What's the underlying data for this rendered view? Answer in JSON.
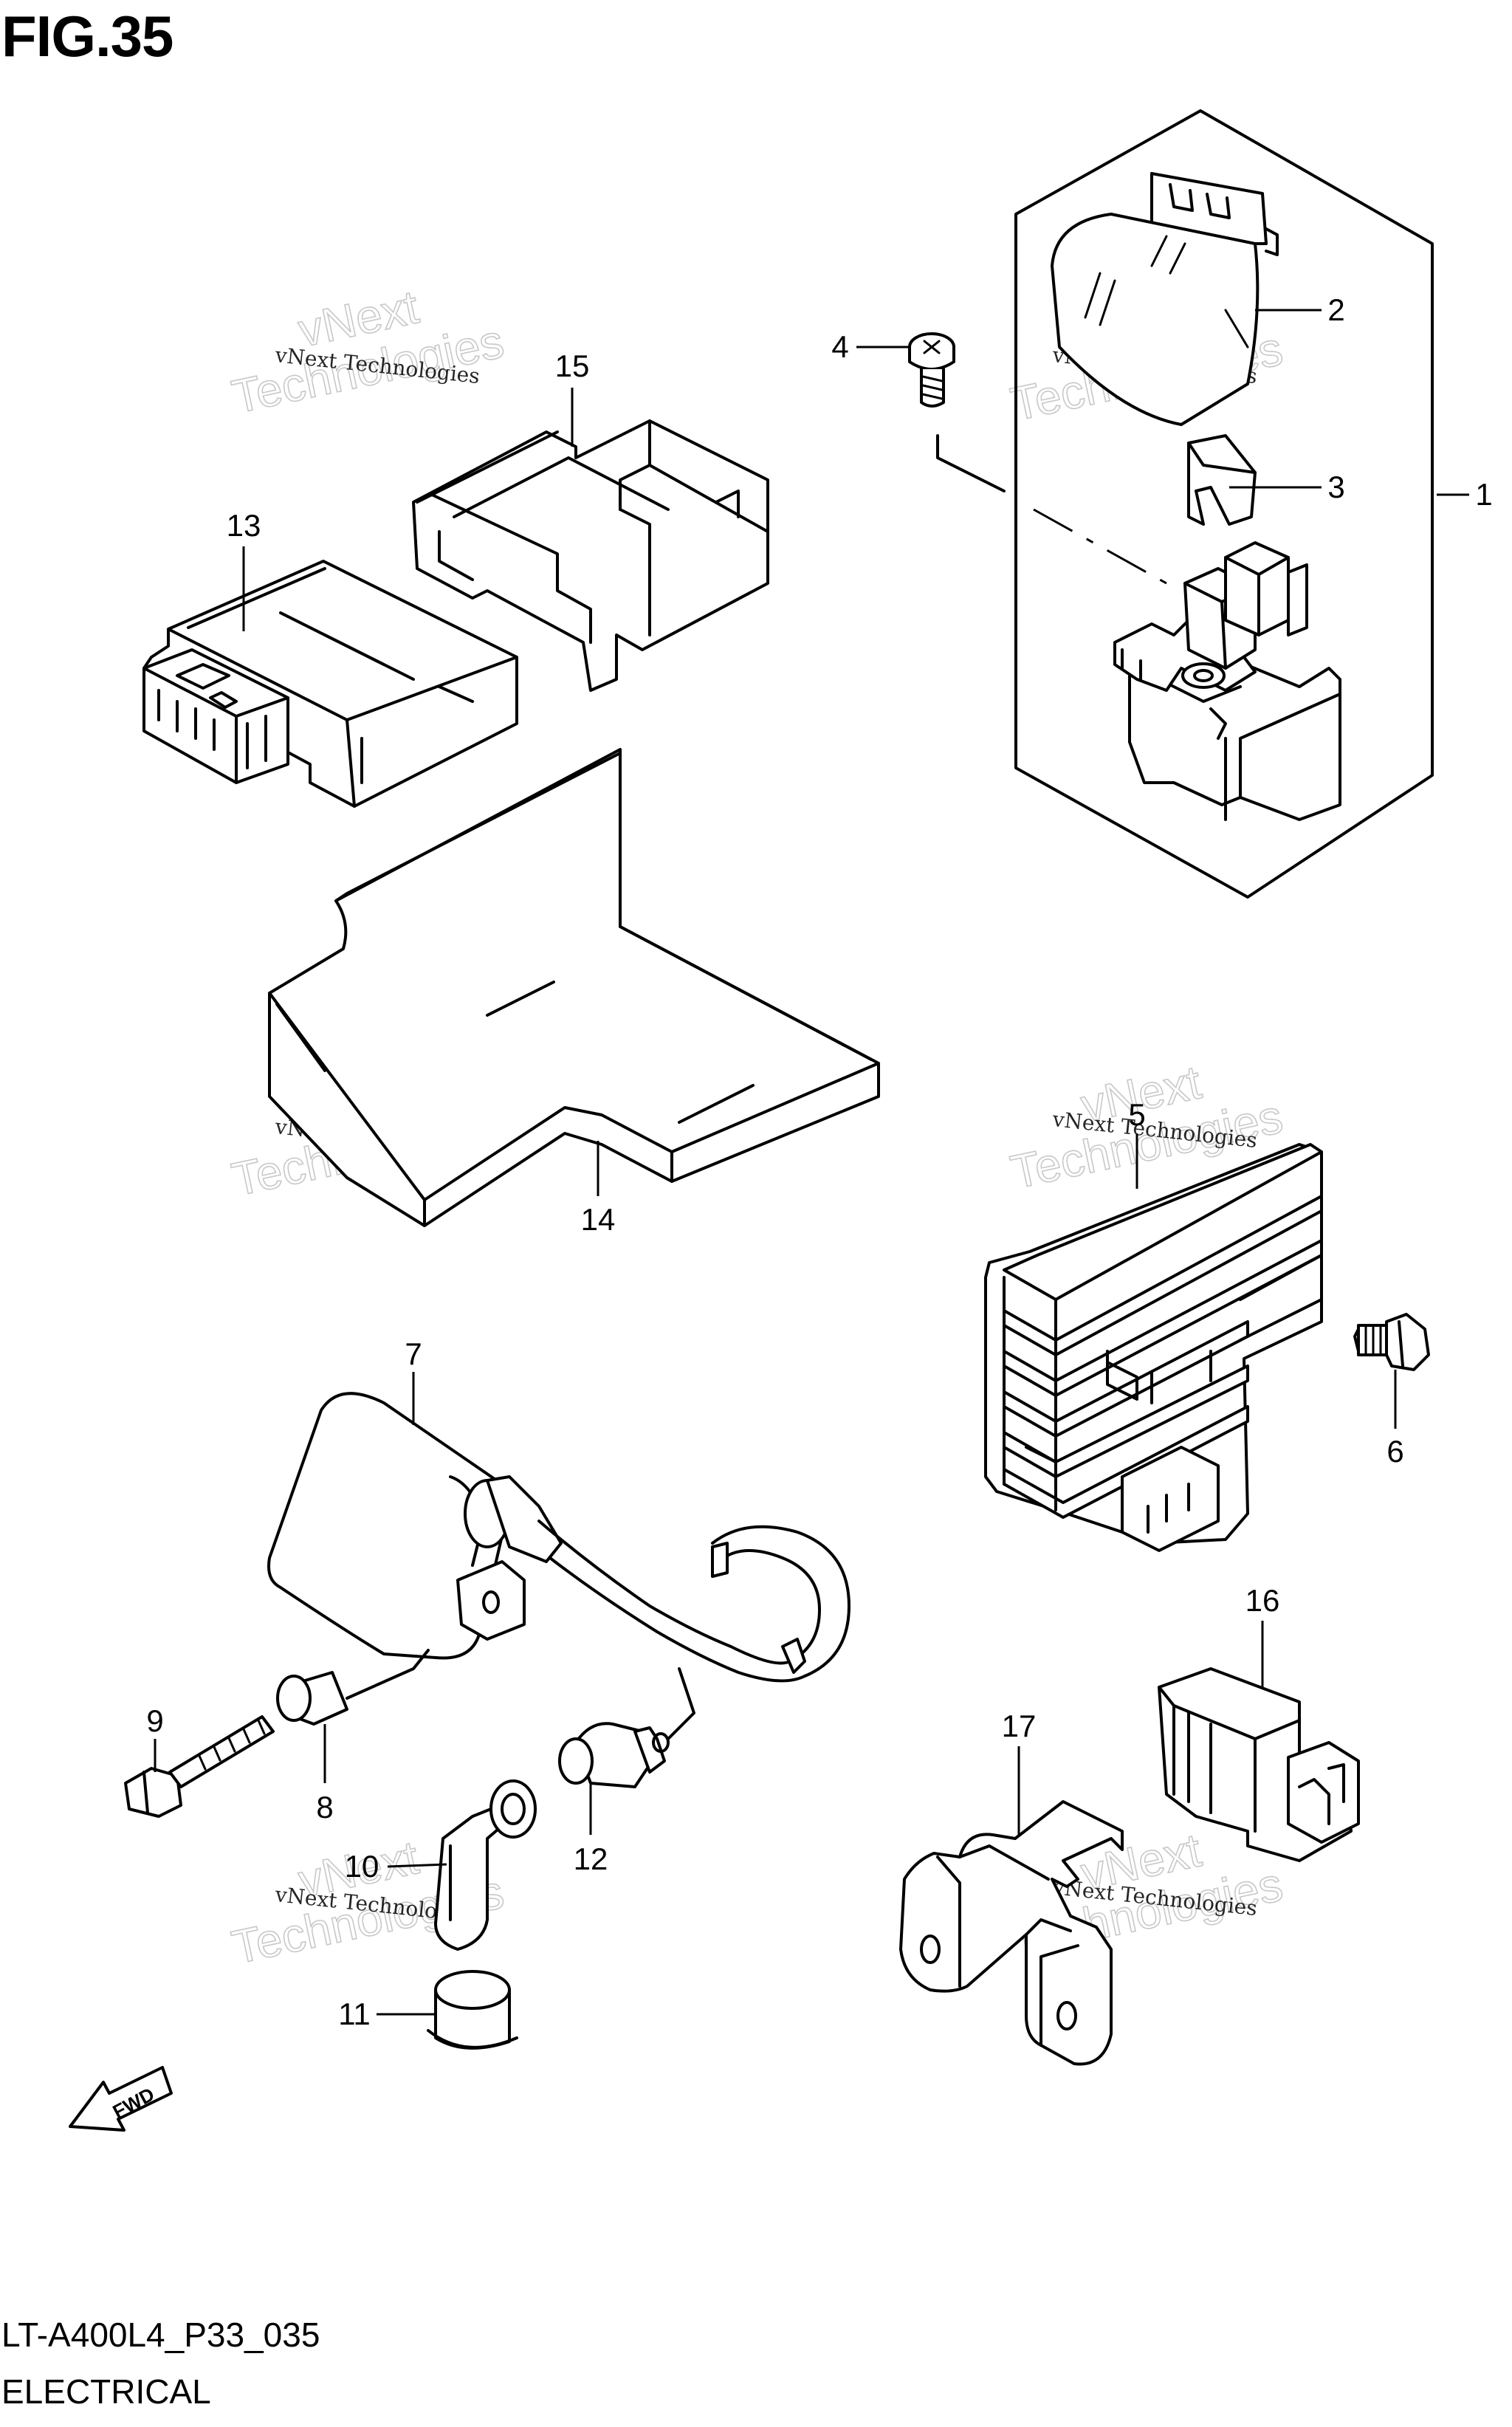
{
  "figure": {
    "title": "FIG.35",
    "code": "LT-A400L4_P33_035",
    "name": "ELECTRICAL",
    "fwd_label": "FWD"
  },
  "callouts": [
    "1",
    "2",
    "3",
    "4",
    "5",
    "6",
    "7",
    "8",
    "9",
    "10",
    "11",
    "12",
    "13",
    "14",
    "15",
    "16",
    "17"
  ],
  "watermark": {
    "line1": "vNext Technologies",
    "line2": "Technologies",
    "line3": "vNext"
  }
}
